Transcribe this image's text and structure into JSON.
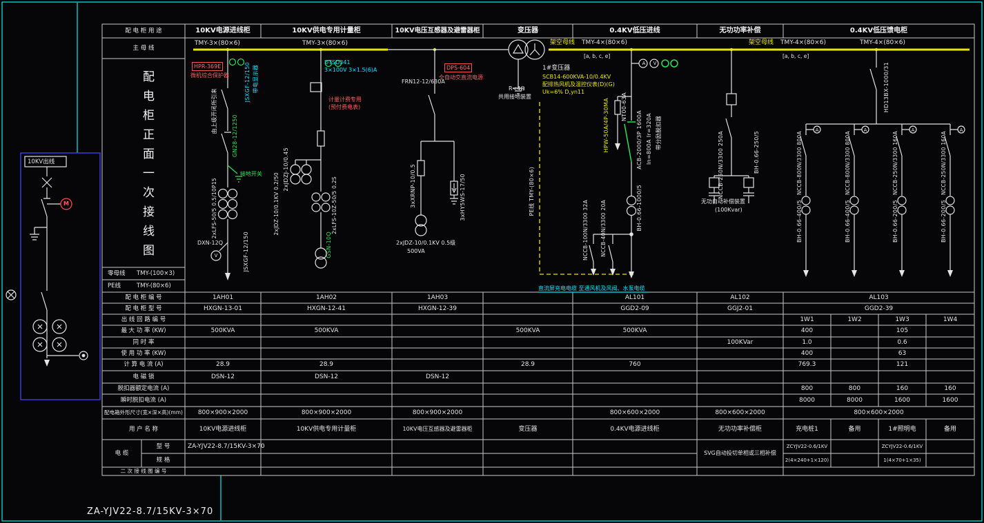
{
  "title_block": {
    "drawing_code": "ZA-YJV22-8.7/15KV-3×70"
  },
  "left_panel": {
    "title": "10KV出线",
    "motor": "M"
  },
  "header": {
    "usage_label": "配 电 柜 用 途",
    "main_bus_label": "主 母 线",
    "vertical_title": "配电柜正面一次接线图",
    "neutral_label": "零母线",
    "neutral_spec": "TMY-(100×3)",
    "pe_label": "PE线",
    "pe_spec": "TMY-(80×6)",
    "columns": [
      "10KV电源进线柜",
      "10KV供电专用计量柜",
      "10KV电压互感器及避雷器柜",
      "变压器",
      "0.4KV低压进线",
      "无功功率补偿",
      "0.4KV低压馈电柜"
    ]
  },
  "busbars": {
    "bus10_1": "TMY-3×(80×6)",
    "bus10_2": "TMY-3×(80×6)",
    "overhead1_name": "架空母线",
    "overhead1_spec": "TMY-4×(80×6)",
    "overhead1_phases": "[a, b, c, e]",
    "overhead2_name": "架空母线",
    "overhead2_spec": "TMY-4×(80×6)",
    "overhead2_phases": "[a, b, c, e]",
    "bus04": "TMY-4×(80×6)"
  },
  "schematic": {
    "meters": {
      "ammeter": "A",
      "voltmeter": "V"
    },
    "col1": {
      "protect_badge": "HPR-369E",
      "protect_note": "微机综合保护器",
      "incoming": "由上级开闭所引来",
      "live_display_model": "JSXGF-12/150",
      "live_display_name": "带电显示器",
      "switch_model": "GN28-12/1250",
      "ct_model": "2xLFS-50/5 0.5/10P15",
      "earth_switch": "接地开关",
      "lock_model": "DXN-12Q",
      "live_display2": "JSXGF-12/150"
    },
    "col2": {
      "meter_model": "DTSD341",
      "meter_spec": "3×100V 3×1.5(6)A",
      "meter_note1": "计量计费专用",
      "meter_note2": "(预付费电表)",
      "pt_model": "2xJDZJ-10/0.45",
      "pt_model2": "2xJDZ-10/0.1KV 0.2/50",
      "ct_model": "2xLFS-10Z-50/5 0.2S",
      "live_display": "GSN-10Q"
    },
    "col3": {
      "switch_model": "FRN12-12/630A",
      "dc_badge": "DPS-604",
      "dc_note": "全自动交直流电源",
      "fuse_model": "3xXRNP-10/0.5",
      "arrester_model": "3xHY5WS-17/50",
      "pt_model": "2xJDZ-10/0.1KV 0.5级",
      "pt_va": "500VA"
    },
    "col4": {
      "title": "1#变压器",
      "spec1": "SCB14-600KVA-10/0.4KV",
      "spec2": "配排热风机及温控仪表(D)(G)",
      "spec3": "Uk=6%  D,yn11",
      "ground1": "R<4Ω",
      "ground2": "共用接地装置",
      "pe_line": "PE线 TMY-(80×6)"
    },
    "col5": {
      "fuse_model": "NT00-63A",
      "rcd_model": "HPW-50A/4P-30MA",
      "acb1": "ACB-2000/3P 1600A",
      "acb2": "In=800A Ir=320A",
      "acb3": "带分励脱扣器",
      "ct_model": "BH-0.66-1000/5",
      "branch1": "NCCB-100N/3300 32A",
      "branch2": "NCCB-40N/3300 20A",
      "note": "直流屏充电电缆 至通风机及风阀、水泵电缆"
    },
    "col6": {
      "breaker": "NCCB-250N/3300 250A",
      "ct_model": "BH-0.66-250/5",
      "comp1": "无功自动补偿装置",
      "comp2": "(100Kvar)"
    },
    "col7": {
      "switch_model": "HD13BX-1000/31",
      "f1_breaker": "NCCB-800N/3300 800A",
      "f2_breaker": "NCCB-800N/3300 800A",
      "f3_breaker": "NCCB-250N/3300 160A",
      "f4_breaker": "NCCB-250N/3300 160A",
      "f1_ct": "BH-0.66-400/5",
      "f2_ct": "BH-0.66-400/5",
      "f3_ct": "BH-0.66-200/5",
      "f4_ct": "BH-0.66-200/5"
    }
  },
  "table": {
    "labels": {
      "no": "配 电 柜 编 号",
      "model": "配 电 柜 型 号",
      "circuit": "出 线 回 路 编 号",
      "max_power": "最 大 功 率 (KW)",
      "coincidence": "同 时 率",
      "used_power": "使 用 功 率 (KW)",
      "calc_current": "计 算 电 流 (A)",
      "lock": "电 磁 锁",
      "trip_rated": "脱扣器额定电流 (A)",
      "trip_instant": "瞬时脱扣电流 (A)",
      "size": "配电箱外形尺寸(宽×深×高)(mm)",
      "user": "用 户 名 称",
      "cable": "电 缆",
      "cable_model": "型 号",
      "cable_spec": "规 格",
      "secondary": "二 次 接 线 图 编 号"
    },
    "no": {
      "c1": "1AH01",
      "c2": "1AH02",
      "c3": "1AH03",
      "c5": "AL101",
      "c6": "AL102",
      "c7": "AL103"
    },
    "model": {
      "c1": "HXGN-13-01",
      "c2": "HXGN-12-41",
      "c3": "HXGN-12-39",
      "c5": "GGD2-09",
      "c6": "GGJ2-01",
      "c7": "GGD2-39"
    },
    "circuit": {
      "s1": "1W1",
      "s2": "1W2",
      "s3": "1W3",
      "s4": "1W4"
    },
    "max_power": {
      "c1": "500KVA",
      "c2": "500KVA",
      "c4": "500KVA",
      "c5": "500KVA",
      "s1": "400",
      "s3": "105"
    },
    "coincidence": {
      "c6": "100KVar",
      "s1": "1.0",
      "s3": "0.6"
    },
    "used_power": {
      "s1": "400",
      "s3": "63"
    },
    "calc_current": {
      "c1": "28.9",
      "c2": "28.9",
      "c4": "28.9",
      "c5": "760",
      "s1": "769.3",
      "s3": "121"
    },
    "lock": {
      "c1": "DSN-12",
      "c2": "DSN-12",
      "c3": "DSN-12"
    },
    "trip_rated": {
      "s1": "800",
      "s2": "800",
      "s3": "160",
      "s4": "160"
    },
    "trip_instant": {
      "s1": "8000",
      "s2": "8000",
      "s3": "1600",
      "s4": "1600"
    },
    "size": {
      "c1": "800×900×2000",
      "c2": "800×900×2000",
      "c3": "800×900×2000",
      "c5": "800×600×2000",
      "c6": "800×600×2000",
      "c7": "800×600×2000"
    },
    "user": {
      "c1": "10KV电源进线柜",
      "c2": "10KV供电专用计量柜",
      "c3": "10KV电压互感器及避雷器柜",
      "c4": "变压器",
      "c5": "0.4KV电源进线柜",
      "c6": "无功功率补偿柜",
      "s1": "充电桩1",
      "s2": "备用",
      "s3": "1#照明电",
      "s4": "备用"
    },
    "cable": {
      "model_c1": "ZA-YJV22-8.7/15KV-3×70",
      "c6": "SVG自动投切单相或三相补偿",
      "s1_model": "ZCYJV22-0.6/1KV",
      "s1_spec": "2(4×240+1×120)",
      "s3_model": "ZCYJV22-0.6/1KV",
      "s3_spec": "1(4×70+1×35)"
    }
  }
}
